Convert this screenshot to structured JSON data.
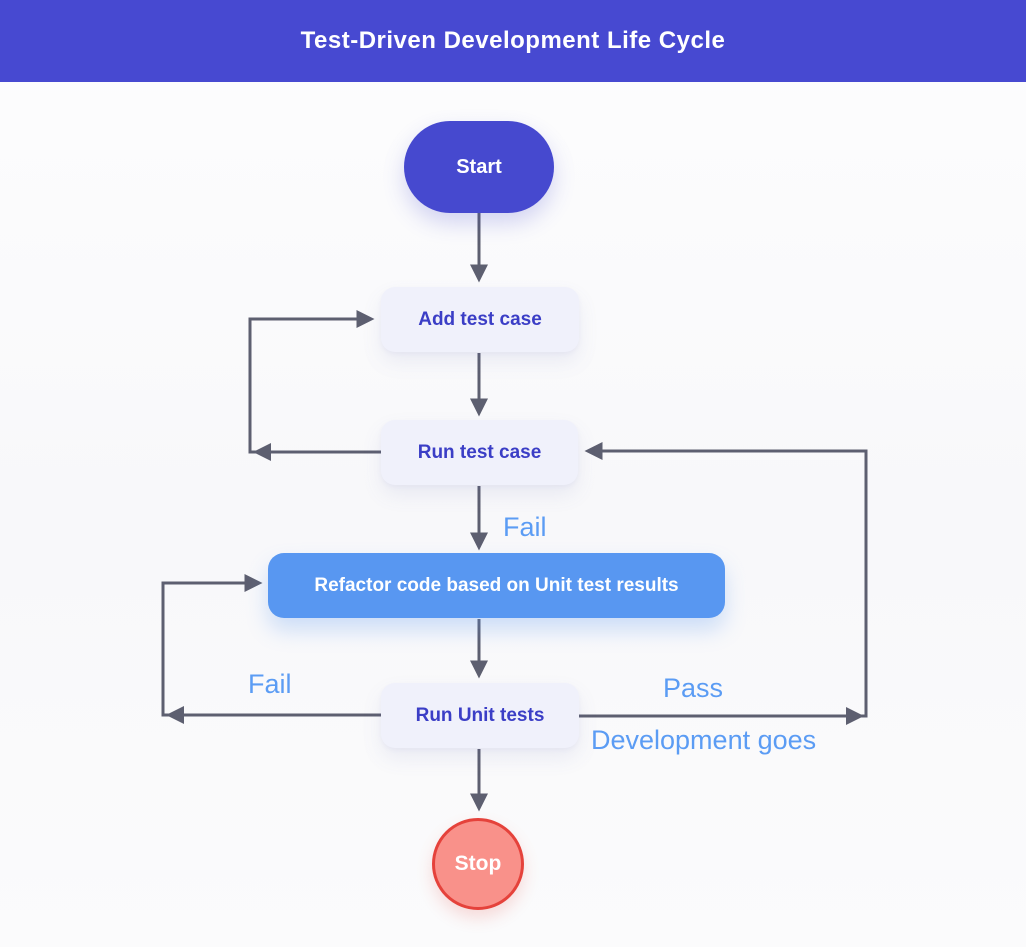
{
  "title": "Test-Driven Development Life Cycle",
  "nodes": {
    "start": {
      "label": "Start"
    },
    "add_test_case": {
      "label": "Add test case"
    },
    "run_test_case": {
      "label": "Run test case"
    },
    "refactor": {
      "label": "Refactor code based on Unit test results"
    },
    "run_unit_tests": {
      "label": "Run Unit tests"
    },
    "stop": {
      "label": "Stop"
    }
  },
  "edge_labels": {
    "run_test_fail": "Fail",
    "unit_test_fail": "Fail",
    "unit_test_pass": "Pass",
    "pass_note": "Development goes"
  },
  "colors": {
    "header_bg": "#4749d1",
    "start_fill": "#4649cf",
    "light_node_bg": "#f0f1fb",
    "light_node_text": "#3b3ec6",
    "refactor_bg": "#5897f1",
    "refactor_text": "#ffffff",
    "stop_fill": "#f9918a",
    "stop_border": "#e5423b",
    "connector": "#5d5f70",
    "edge_label_text": "#5b9cf4"
  }
}
